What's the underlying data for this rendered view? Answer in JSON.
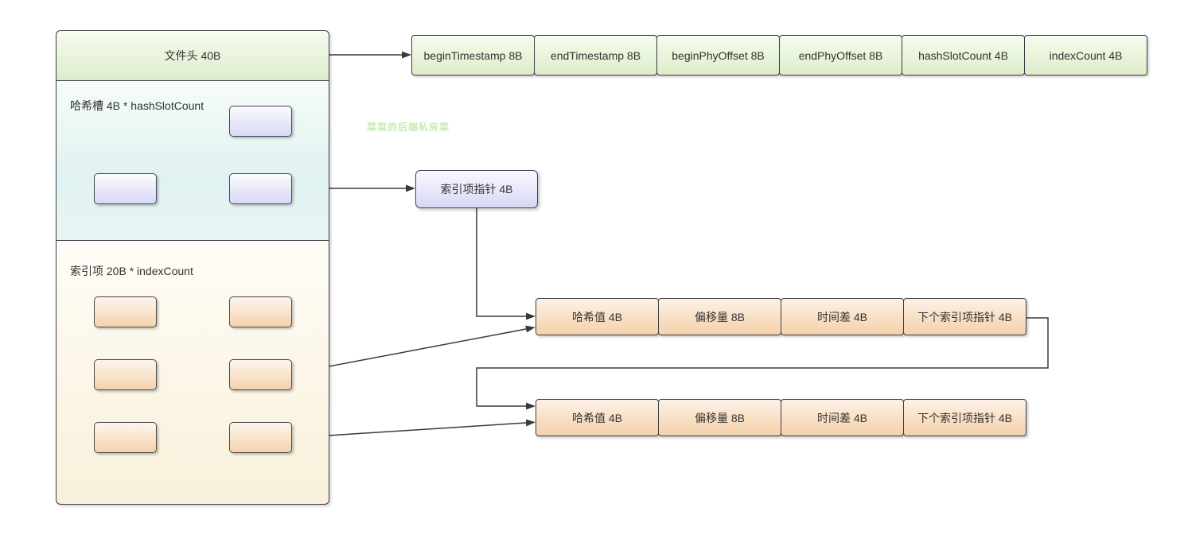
{
  "watermark": "菜菜的后端私房菜",
  "file_header": {
    "label": "文件头 40B",
    "fields": [
      "beginTimestamp 8B",
      "endTimestamp 8B",
      "beginPhyOffset 8B",
      "endPhyOffset 8B",
      "hashSlotCount 4B",
      "indexCount 4B"
    ]
  },
  "hash_slots": {
    "label": "哈希槽 4B * hashSlotCount",
    "pointer_box": "索引项指针 4B"
  },
  "index_entries": {
    "label": "索引项 20B * indexCount",
    "rows": [
      {
        "cells": [
          "哈希值 4B",
          "偏移量 8B",
          "时间差 4B",
          "下个索引项指针 4B"
        ]
      },
      {
        "cells": [
          "哈希值 4B",
          "偏移量 8B",
          "时间差 4B",
          "下个索引项指针 4B"
        ]
      }
    ]
  },
  "colors": {
    "green_fill": "#ddeccb",
    "cyan_fill": "#e0f2f1",
    "cream_fill": "#f8f0da",
    "purple_fill": "#d9d9f6",
    "orange_fill": "#f4d2ae",
    "line": "#3a3a3a",
    "watermark_green": "#cbe9b3"
  }
}
